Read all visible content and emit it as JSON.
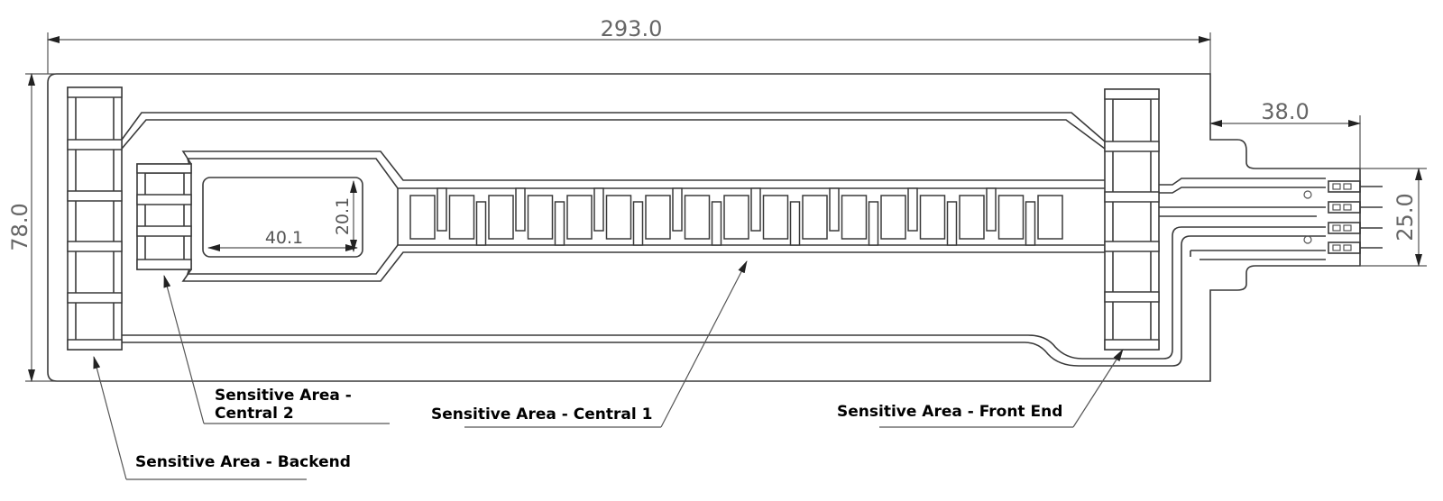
{
  "dimensions": {
    "overall_length": "293.0",
    "overall_width": "78.0",
    "tail_length": "38.0",
    "tail_width": "25.0",
    "window_length": "40.1",
    "window_width": "20.1"
  },
  "labels": {
    "central2_line1": "Sensitive Area -",
    "central2_line2": "Central 2",
    "central1": "Sensitive Area - Central 1",
    "front_end": "Sensitive Area - Front End",
    "backend": "Sensitive Area - Backend"
  },
  "colors": {
    "line": "#3a3a3a",
    "dimension_text": "#666666",
    "label_text": "#000000"
  }
}
